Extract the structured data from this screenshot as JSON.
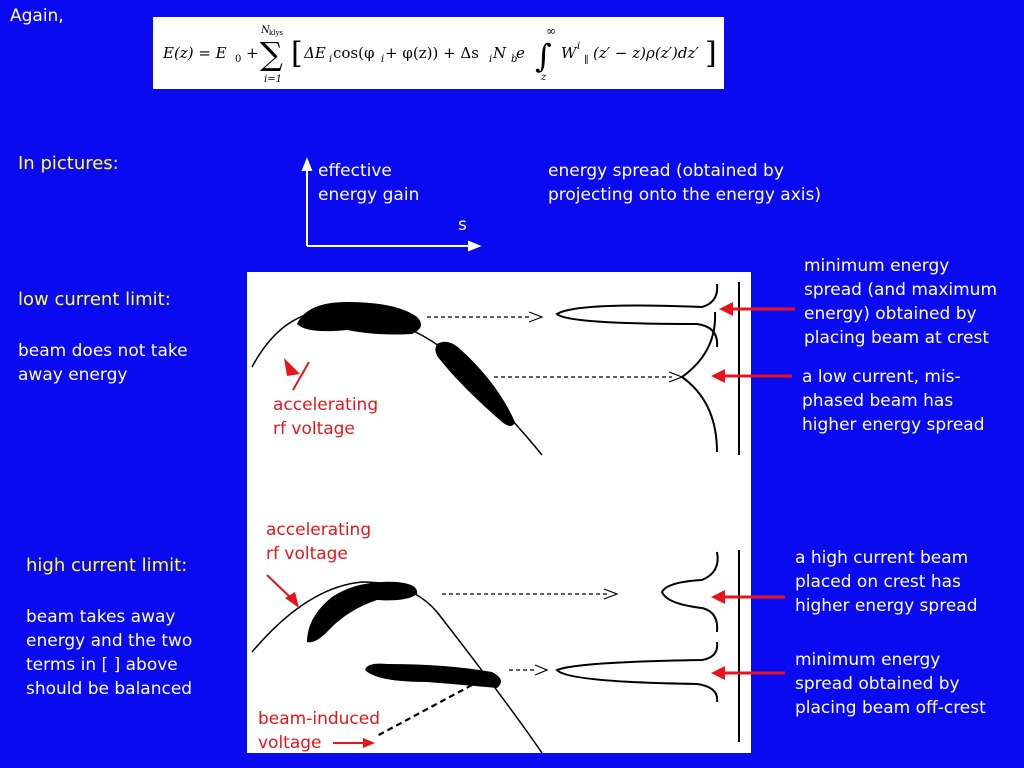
{
  "header": {
    "again": "Again,"
  },
  "formula": {
    "lhs": "E(z) = E",
    "e0_sub": "0",
    "plus1": "+",
    "sum_top": "N",
    "sum_top_sub": "klys",
    "sum_bottom": "i=1",
    "bracket_content": "ΔE",
    "ei_sub": "i",
    "cos_part": " cos(φ",
    "phi_sub": "i",
    "cos_rest": " + φ(z)) + Δs",
    "si_sub": "i",
    "nb": " N",
    "nb_sub": "b",
    "e_char": " e",
    "int_top": "∞",
    "int_bottom": "z",
    "w": "W",
    "w_sup": "i",
    "w_sub": "∥",
    "integrand": "(z′ − z)ρ(z′)dz′"
  },
  "sections": {
    "in_pictures": "In pictures:",
    "low_current": "low current limit:",
    "low_current_desc": "beam does not take\naway energy",
    "high_current": "high current limit:",
    "high_current_desc": "beam takes away\nenergy and the two\nterms in [ ] above\nshould be balanced"
  },
  "axes_legend": {
    "y_label": "effective\nenergy gain",
    "x_label": "s",
    "spread_label": "energy spread (obtained by\nprojecting onto the energy axis)"
  },
  "panel": {
    "accel_rf_low": "accelerating\nrf voltage",
    "accel_rf_high": "accelerating\nrf voltage",
    "beam_induced": "beam-induced\nvoltage"
  },
  "annotations": {
    "min_spread_crest": "minimum energy\nspread (and maximum\nenergy) obtained by\nplacing beam at crest",
    "low_current_misphased": "a low current, mis-\nphased beam has\nhigher energy spread",
    "high_current_crest": "a high current beam\nplaced on crest has\nhigher energy spread",
    "min_spread_offcrest": "minimum energy\nspread obtained by\nplacing beam off-crest"
  },
  "colors": {
    "background": "#0a0af0",
    "heading": "#ffff3c",
    "annotation_arrow": "#e8141c",
    "panel": "#ffffff"
  }
}
